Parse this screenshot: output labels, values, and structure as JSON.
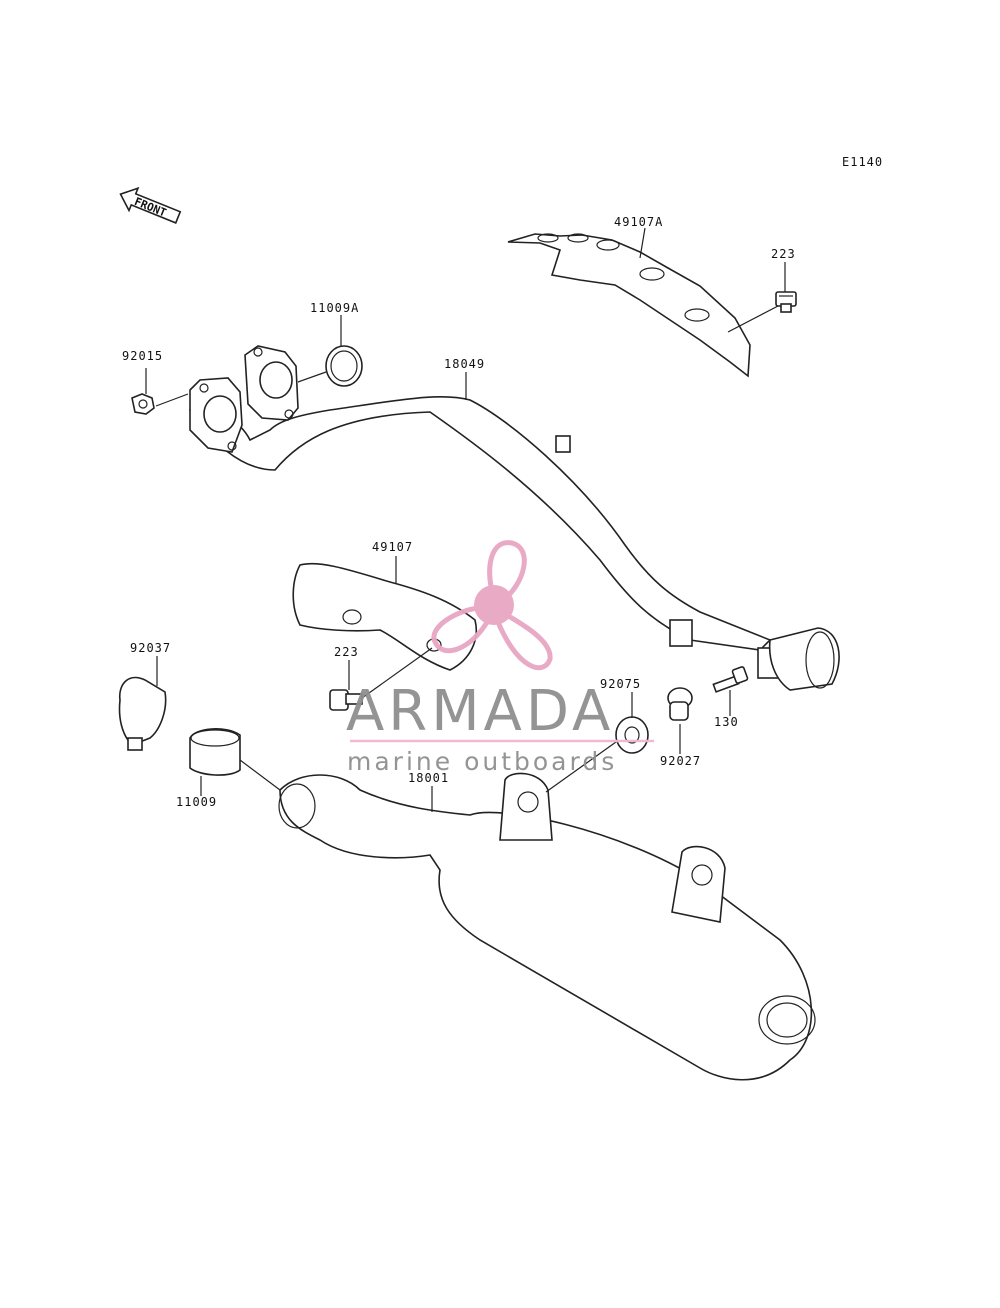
{
  "diagram_code": "E1140",
  "front_arrow": "FRONT",
  "part_numbers": {
    "p49107a": "49107A",
    "p223_top": "223",
    "p11009a": "11009A",
    "p92015": "92015",
    "p18049": "18049",
    "p49107": "49107",
    "p92037": "92037",
    "p223_mid": "223",
    "p92075": "92075",
    "p130": "130",
    "p92027": "92027",
    "p11009": "11009",
    "p18001": "18001"
  },
  "watermark": {
    "brand": "ARMADA",
    "tagline": "marine outboards",
    "icon": "propeller-logo-icon",
    "accent_color": "#e8a6c4",
    "rule_color": "#f0b8d0"
  }
}
